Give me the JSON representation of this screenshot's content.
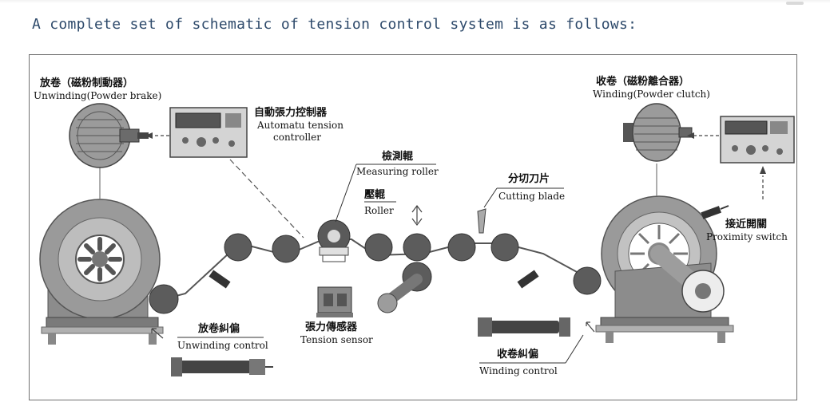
{
  "caption": "A complete set of schematic of tension control system is as follows:",
  "labels": {
    "unwinding_zh": "放卷（磁粉制動器）",
    "unwinding_en": "Unwinding(Powder brake)",
    "controller_zh": "自動張力控制器",
    "controller_en_1": "Automatu tension",
    "controller_en_2": "controller",
    "measuring_zh": "檢測輥",
    "measuring_en": "Measuring roller",
    "roller_zh": "壓輥",
    "roller_en": "Roller",
    "cutting_zh": "分切刀片",
    "cutting_en": "Cutting blade",
    "winding_zh": "收卷（磁粉離合器）",
    "winding_en": "Winding(Powder clutch)",
    "proximity_zh": "接近開關",
    "proximity_en": "Proximity switch",
    "unwind_ctrl_zh": "放卷糾偏",
    "unwind_ctrl_en": "Unwinding control",
    "tension_zh": "張力傳感器",
    "tension_en": "Tension sensor",
    "wind_ctrl_zh": "收卷糾偏",
    "wind_ctrl_en": "Winding control"
  },
  "colors": {
    "machine": "#8c8c8c",
    "machine_dark": "#4a4a4a",
    "roller": "#555555",
    "caption": "#2e4a6b"
  },
  "icons": [
    "powder-brake-icon",
    "tension-controller-icon",
    "powder-clutch-icon",
    "proximity-switch-icon",
    "edge-guide-actuator-icon"
  ]
}
